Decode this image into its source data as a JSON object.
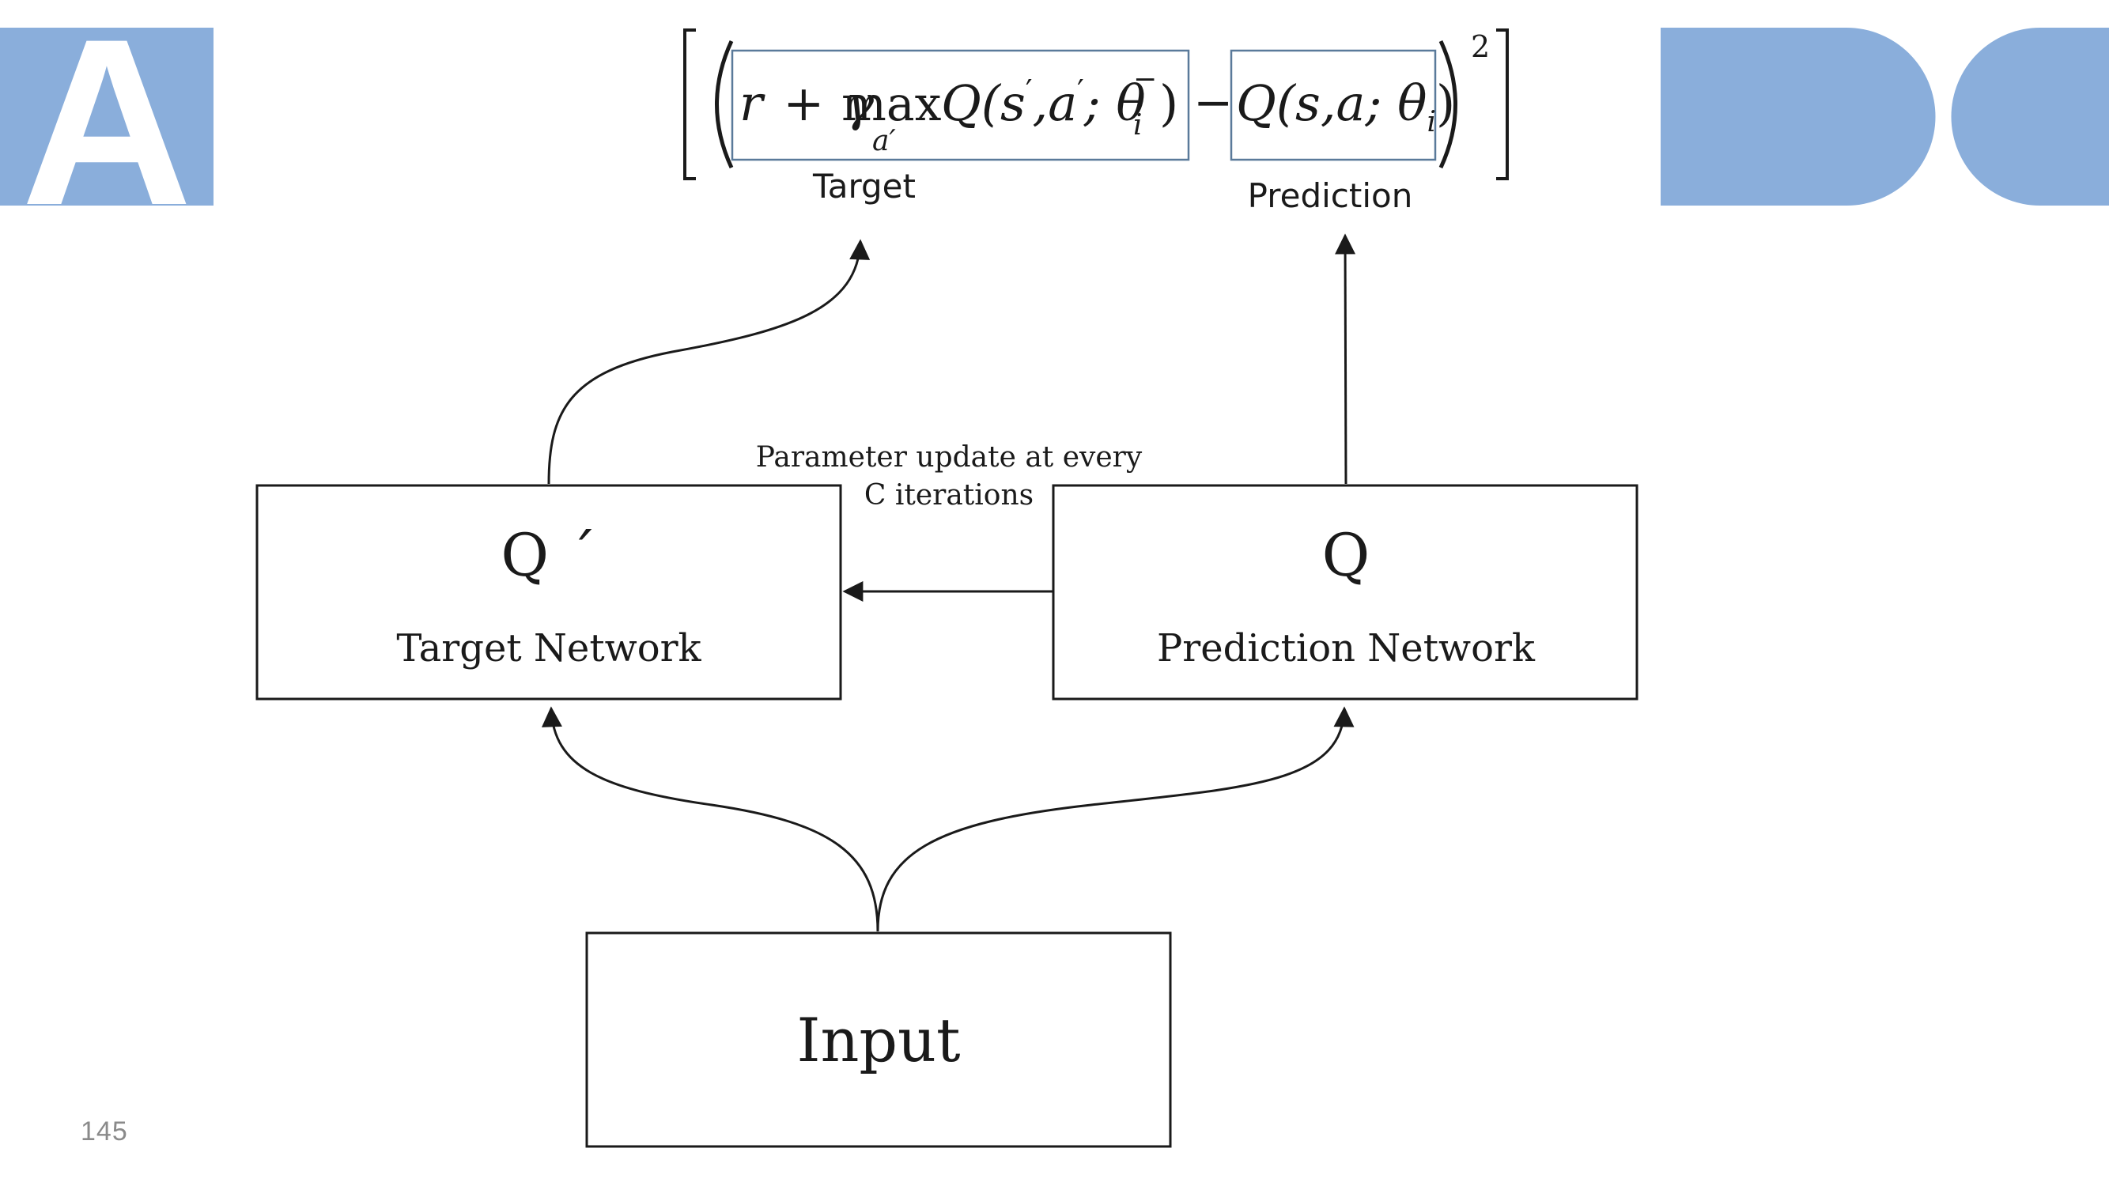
{
  "colors": {
    "brand_blue": "#8aaedb",
    "ink": "#1a1a1a",
    "formula_box": "#5a7a9a",
    "page_number": "#8a8a8a"
  },
  "logo": {
    "letter": "A"
  },
  "formula": {
    "r": "r",
    "plus": "+",
    "gamma": "γ",
    "max": "max",
    "max_sub": "a′",
    "q_target_head": "Q(s",
    "prime_1": "′",
    "comma": ",a",
    "prime_2": "′",
    "theta_part": "; θ",
    "theta_sub": "i",
    "theta_sup": "−",
    "close_paren": ")",
    "minus": "−",
    "q_pred_head": "Q(s,a; θ",
    "q_pred_sub": "i",
    "q_pred_tail": ")",
    "exponent": "2",
    "target_label": "Target",
    "prediction_label": "Prediction"
  },
  "nodes": {
    "target_network": {
      "symbol": "Q ´",
      "label": "Target Network"
    },
    "prediction_network": {
      "symbol": "Q",
      "label": "Prediction Network"
    },
    "input": {
      "label": "Input"
    }
  },
  "edges": {
    "update_label_line1": "Parameter update at every",
    "update_label_line2": "C iterations"
  },
  "footer": {
    "page_number": "145"
  }
}
